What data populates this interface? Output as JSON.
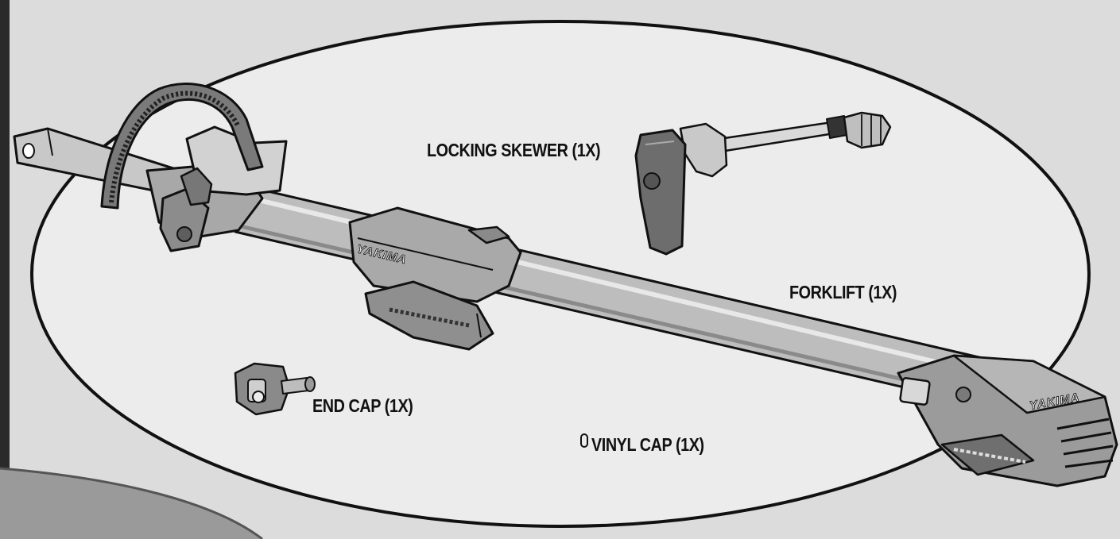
{
  "labels": {
    "locking_skewer": "LOCKING SKEWER (1X)",
    "forklift": "FORKLIFT (1X)",
    "end_cap": "END CAP (1X)",
    "vinyl_cap": "VINYL CAP (1X)"
  },
  "brand": {
    "mark": "YAKIMA"
  },
  "colors": {
    "background": "#dcdcdc",
    "panel": "#9a9a9a",
    "oval_fill": "#ececec",
    "outline": "#111111",
    "metal": "#bdbdbd",
    "dark_part": "#6f6f6f"
  }
}
